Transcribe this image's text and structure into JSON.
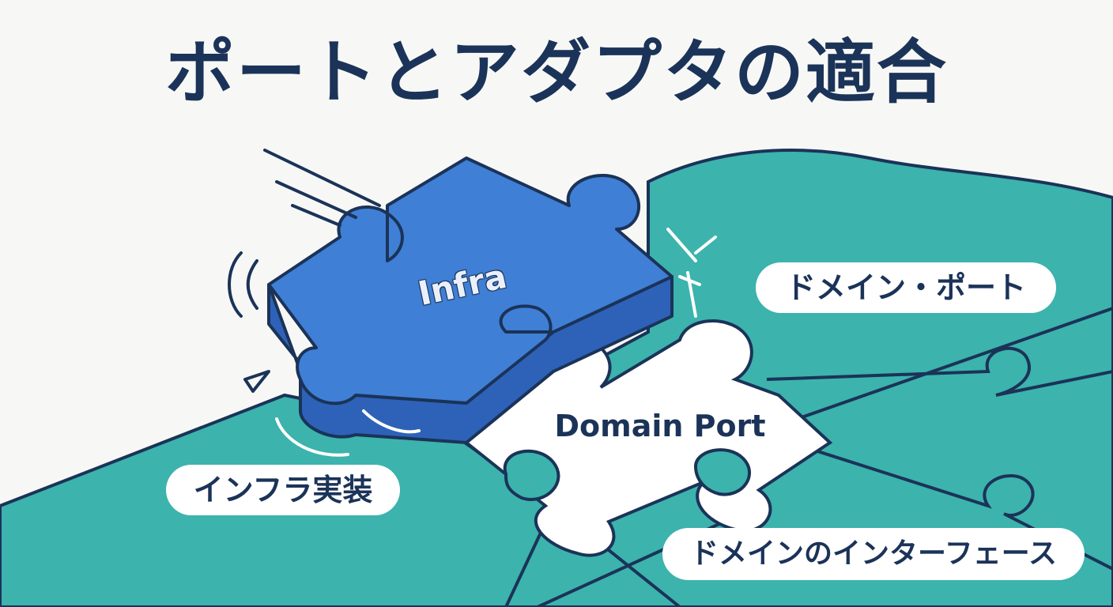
{
  "title": "ポートとアダプタの適合",
  "infra_piece_label": "Infra",
  "slot_label": "Domain Port",
  "callouts": {
    "domain_port": "ドメイン・ポート",
    "infra_implementation": "インフラ実装",
    "domain_interface": "ドメインのインターフェース"
  },
  "colors": {
    "background": "#f7f8f6",
    "teal_board": "#3cb3ad",
    "blue_piece_top": "#3f7fd6",
    "blue_piece_side": "#2d62b8",
    "outline": "#1b3358",
    "label_text": "#1b3358"
  }
}
